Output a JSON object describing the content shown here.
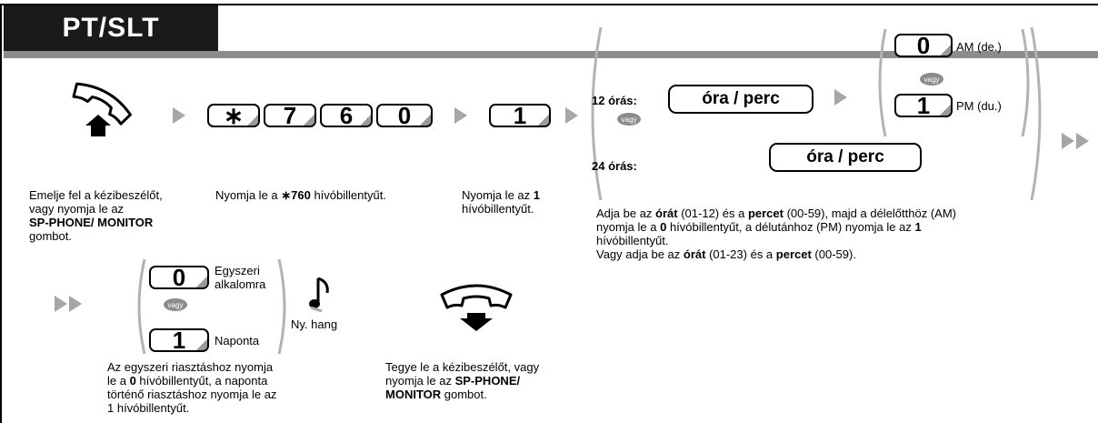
{
  "header": {
    "title": "PT/SLT"
  },
  "step1": {
    "text": [
      {
        "t": "Emelje fel a kézibeszélőt,",
        "b": false
      },
      {
        "t": "vagy nyomja le az",
        "b": false
      },
      {
        "t": "SP-PHONE/ MONITOR",
        "b": true
      },
      {
        "t": "gombot.",
        "b": false
      }
    ]
  },
  "step2": {
    "keys": [
      "∗",
      "7",
      "6",
      "0"
    ],
    "text_pre": "Nyomja le a ",
    "text_bold": "∗760",
    "text_post": " hívóbillentyűt."
  },
  "step3": {
    "key": "1",
    "line1_pre": "Nyomja le az ",
    "line1_bold": "1",
    "line2": "hívóbillentyűt."
  },
  "step4": {
    "label_12": "12 órás:",
    "label_24": "24 órás:",
    "box_12": "óra / perc",
    "box_24": "óra / perc",
    "vagy": "vagy",
    "am_key": "0",
    "am_label": "AM (de.)",
    "pm_key": "1",
    "pm_label": "PM (du.)",
    "desc": [
      [
        [
          "Adja be az ",
          false
        ],
        [
          "órát",
          true
        ],
        [
          " (01-12) és a ",
          false
        ],
        [
          "percet",
          true
        ],
        [
          " (00-59), majd a délelőtthöz (AM)",
          false
        ]
      ],
      [
        [
          "nyomja le a ",
          false
        ],
        [
          "0",
          true
        ],
        [
          " hívóbillentyűt, a délutánhoz (PM) nyomja le az ",
          false
        ],
        [
          "1",
          true
        ]
      ],
      [
        [
          "hívóbillentyűt.",
          false
        ]
      ],
      [
        [
          "Vagy adja be az ",
          false
        ],
        [
          "órát",
          true
        ],
        [
          " (01-23) és a ",
          false
        ],
        [
          "percet",
          true
        ],
        [
          " (00-59).",
          false
        ]
      ]
    ]
  },
  "step5": {
    "key0": "0",
    "label0": [
      "Egyszeri",
      "alkalomra"
    ],
    "vagy": "vagy",
    "key1": "1",
    "label1": "Naponta",
    "desc": [
      [
        [
          "Az egyszeri riasztáshoz nyomja",
          false
        ]
      ],
      [
        [
          "le a ",
          false
        ],
        [
          "0",
          true
        ],
        [
          " hívóbillentyűt, a naponta",
          false
        ]
      ],
      [
        [
          "történő riasztáshoz nyomja le az",
          false
        ]
      ],
      [
        [
          "1 hívóbillentyűt.",
          false
        ]
      ]
    ]
  },
  "step6": {
    "tone_label": "Ny. hang"
  },
  "step7": {
    "desc": [
      [
        [
          "Tegye le a kézibeszélőt, vagy",
          false
        ]
      ],
      [
        [
          "nyomja le az ",
          false
        ],
        [
          "SP-PHONE/",
          true
        ]
      ],
      [
        [
          "MONITOR",
          true
        ],
        [
          " gombot.",
          false
        ]
      ]
    ]
  },
  "icons": [
    "handset-lift-icon",
    "handset-hangup-icon",
    "music-note-icon",
    "arrow-right-icon",
    "double-arrow-right-icon"
  ]
}
